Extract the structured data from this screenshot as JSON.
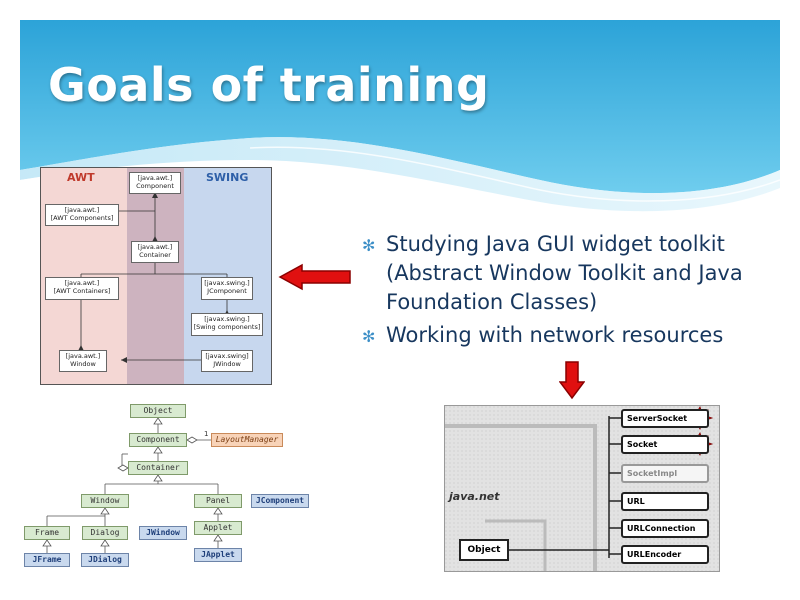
{
  "slide": {
    "title": "Goals of training",
    "bullets": [
      "Studying Java GUI widget toolkit (Abstract Window Toolkit and Java Foundation Classes)",
      "Working with network resources"
    ]
  },
  "colors": {
    "header_top": "#2ca3d8",
    "header_bottom": "#5cc6ea",
    "title": "#ffffff",
    "bullet_text": "#17375e",
    "arrow": "#e01010"
  },
  "icons": {
    "bullet": "asterisk-bullet-icon",
    "pointer_left": "red-arrow-left-icon",
    "pointer_down": "red-arrow-down-icon",
    "burst": "red-star-burst-icon"
  },
  "awt_diagram": {
    "col_awt": "AWT",
    "col_swing": "SWING",
    "component": [
      "[java.awt.]",
      "Component"
    ],
    "awt_components": [
      "[java.awt.]",
      "[AWT Components]"
    ],
    "container": [
      "[java.awt.]",
      "Container"
    ],
    "awt_containers": [
      "[java.awt.]",
      "[AWT Containers]"
    ],
    "jcomponent": [
      "[javax.swing.]",
      "JComponent"
    ],
    "swing_components": [
      "[javax.swing.]",
      "[Swing components]"
    ],
    "window": [
      "[java.awt.]",
      "Window"
    ],
    "jwindow": [
      "[javax.swing]",
      "JWindow"
    ]
  },
  "uml_diagram": {
    "object": "Object",
    "component": "Component",
    "layout_manager": "LayoutManager",
    "multiplicity": "1",
    "container": "Container",
    "window": "Window",
    "panel": "Panel",
    "jcomponent": "JComponent",
    "applet": "Applet",
    "frame": "Frame",
    "dialog": "Dialog",
    "jwindow": "JWindow",
    "japplet": "JApplet",
    "jframe": "JFrame",
    "jdialog": "JDialog"
  },
  "net_diagram": {
    "package": "java.net",
    "object": "Object",
    "classes": [
      "ServerSocket",
      "Socket",
      "SocketImpl",
      "URL",
      "URLConnection",
      "URLEncoder"
    ]
  }
}
